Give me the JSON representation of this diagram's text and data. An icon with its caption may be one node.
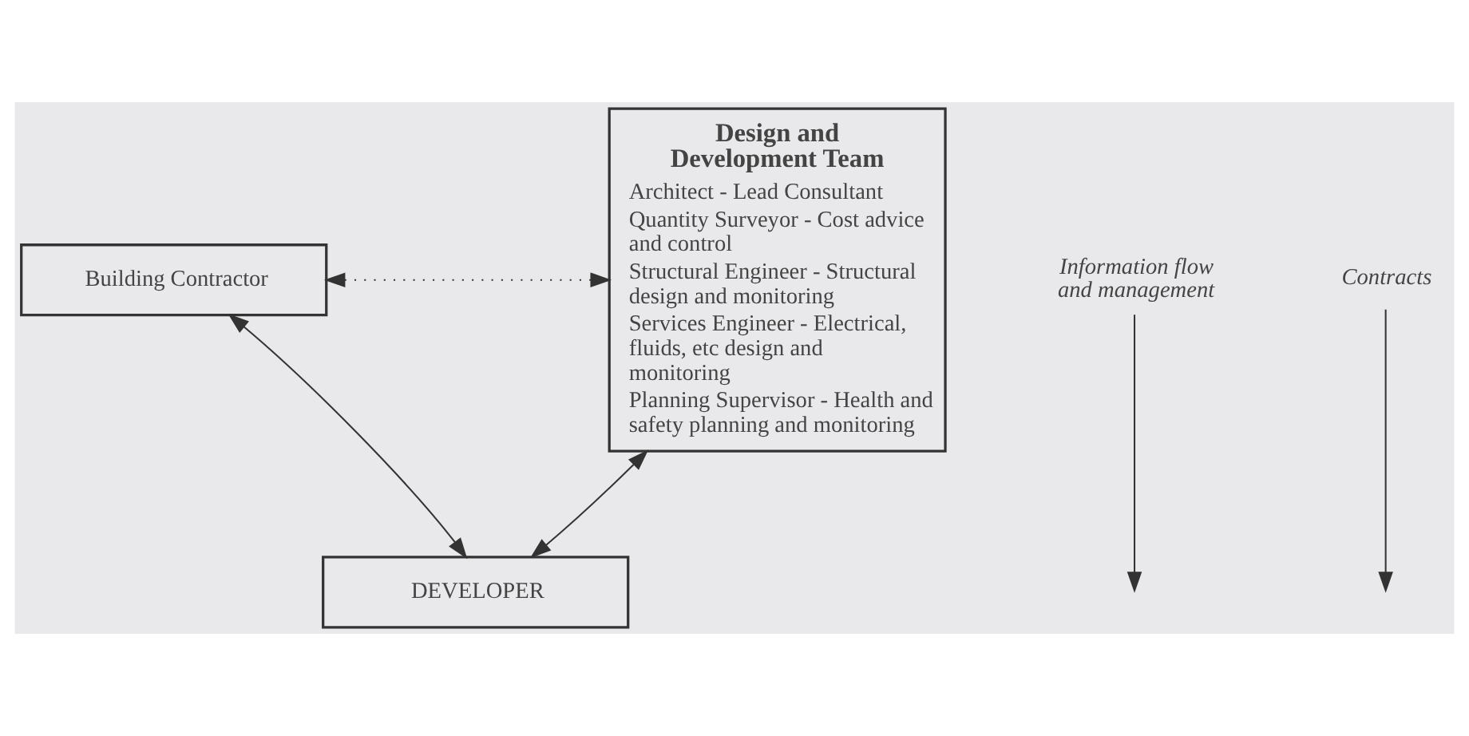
{
  "diagram": {
    "nodes": [
      {
        "text": [
          "Building Contractor"
        ]
      },
      {
        "text": [
          "Design and Development Team",
          "Architect - Lead Consultant",
          "Quantity Surveyor - Cost advice and control",
          "Structural Engineer - Structural design and monitoring",
          "Services Engineer - Electrical, fluids, etc design and monitoring",
          "Planning Supervisor - Health and safety planning and monitoring"
        ]
      },
      {
        "text": [
          "DEVELOPER"
        ]
      },
      {
        "text": [
          "Information flow and management"
        ]
      },
      {
        "text": [
          "Contracts"
        ]
      }
    ],
    "edges": [
      {
        "from": 0,
        "to": 1,
        "arrow": "both",
        "style": "dashed"
      },
      {
        "from": 2,
        "to": 0,
        "arrow": "both"
      },
      {
        "from": 2,
        "to": 1,
        "arrow": "both"
      },
      {
        "from": 3,
        "to": null,
        "arrow": "to"
      },
      {
        "from": 4,
        "to": null,
        "arrow": "to"
      }
    ]
  }
}
